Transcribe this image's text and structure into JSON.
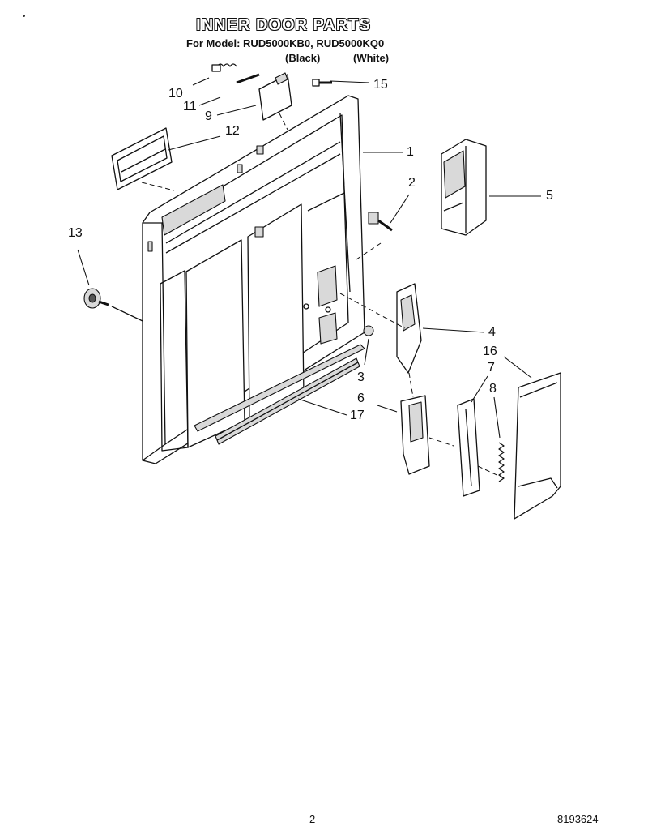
{
  "header": {
    "title": "INNER DOOR PARTS",
    "subtitle": "For Model: RUD5000KB0, RUD5000KQ0",
    "variant_black": "(Black)",
    "variant_white": "(White)"
  },
  "callouts": {
    "p1": "1",
    "p2": "2",
    "p3": "3",
    "p4": "4",
    "p5": "5",
    "p6": "6",
    "p7": "7",
    "p8": "8",
    "p9": "9",
    "p10": "10",
    "p11": "11",
    "p12": "12",
    "p13": "13",
    "p15": "15",
    "p16": "16",
    "p17": "17"
  },
  "footer": {
    "page_number": "2",
    "doc_number": "8193624"
  }
}
